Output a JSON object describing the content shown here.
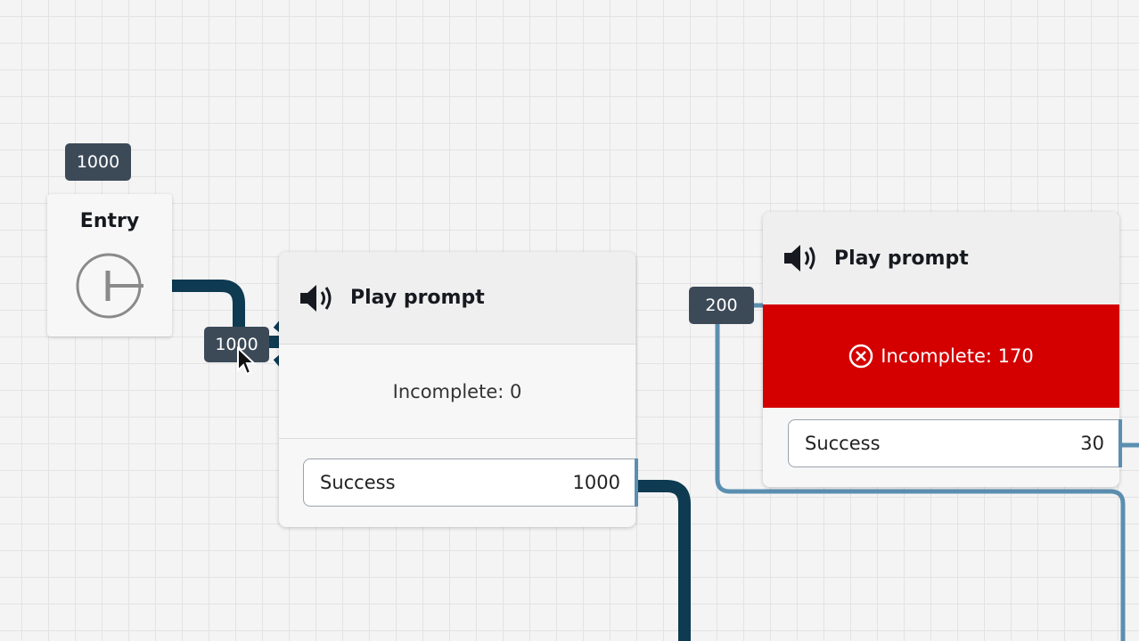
{
  "entry": {
    "title": "Entry",
    "count": "1000",
    "icon": "entry-circle-icon"
  },
  "connections": {
    "entry_to_block1_count": "1000",
    "into_block2_count": "200"
  },
  "blocks": [
    {
      "title": "Play prompt",
      "icon": "speaker-icon",
      "status": "Incomplete: 0",
      "branches": [
        {
          "label": "Success",
          "count": "1000"
        }
      ]
    },
    {
      "title": "Play prompt",
      "icon": "speaker-icon",
      "status": "Incomplete: 170",
      "status_color": "#d40000",
      "branches": [
        {
          "label": "Success",
          "count": "30"
        }
      ]
    }
  ],
  "colors": {
    "heavy_wire": "#0e3a52",
    "light_wire": "#5b8fb0",
    "badge": "#3c4a58",
    "error": "#d40000"
  }
}
